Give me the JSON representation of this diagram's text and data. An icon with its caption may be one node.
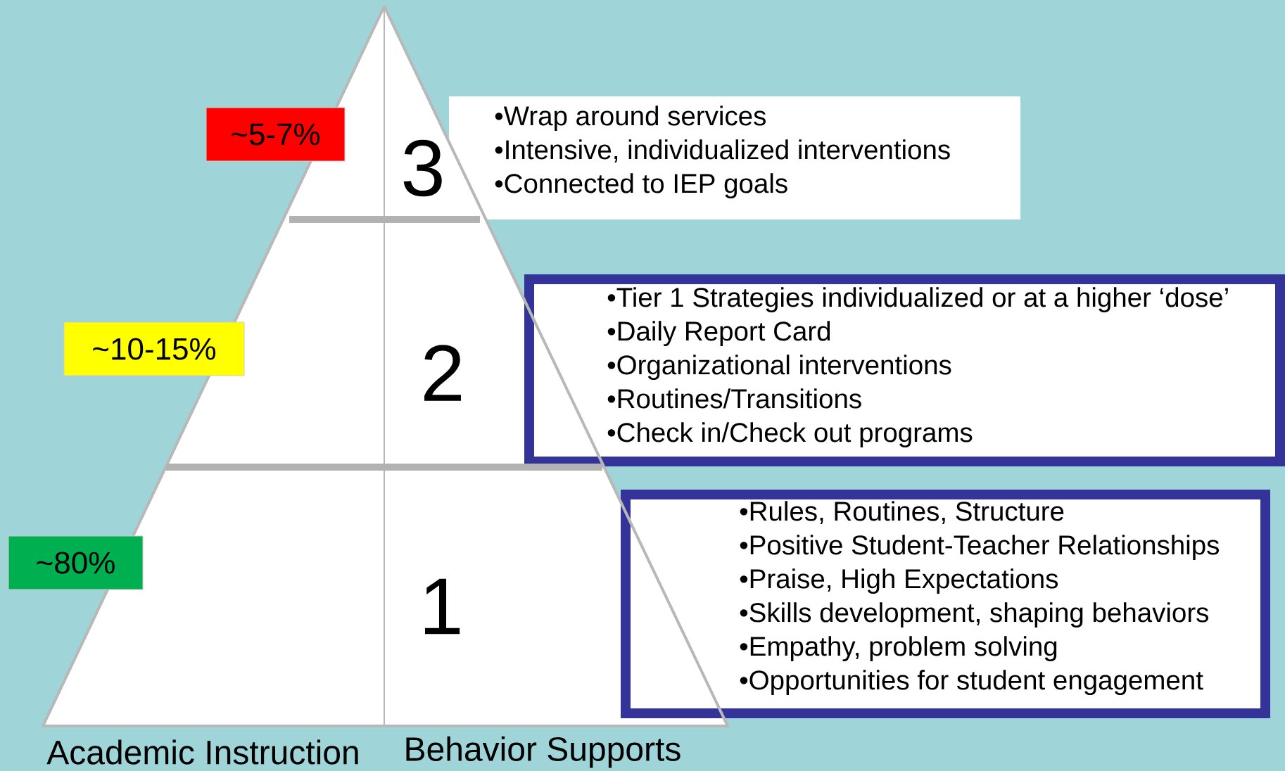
{
  "diagram": {
    "nodes": [
      {
        "text": [
          "3"
        ]
      },
      {
        "text": [
          "2"
        ]
      },
      {
        "text": [
          "1"
        ]
      },
      {
        "text": [
          "~5-7%"
        ]
      },
      {
        "text": [
          "~10-15%"
        ]
      },
      {
        "text": [
          "~80%"
        ]
      },
      {
        "text": [
          "•Wrap around services",
          "•Intensive, individualized interventions",
          "•Connected to IEP goals"
        ]
      },
      {
        "text": [
          "•Tier 1 Strategies individualized or at a higher ‘dose’",
          "•Daily Report Card",
          "•Organizational interventions",
          "•Routines/Transitions",
          "•Check in/Check out programs"
        ]
      },
      {
        "text": [
          "•Rules, Routines, Structure",
          "•Positive Student-Teacher Relationships",
          "•Praise, High Expectations",
          "•Skills development, shaping behaviors",
          "•Empathy, problem solving",
          "•Opportunities for student engagement"
        ]
      }
    ],
    "labels": [
      "Academic Instruction",
      "Behavior Supports"
    ]
  }
}
